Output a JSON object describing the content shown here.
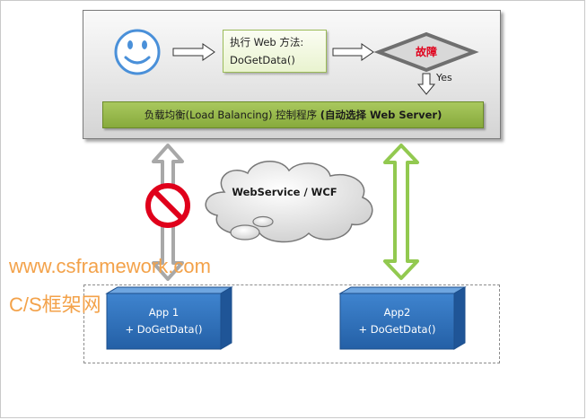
{
  "top_panel": {
    "method_line1": "执行 Web 方法:",
    "method_line2": "DoGetData()",
    "fault_label": "故障",
    "yes_label": "Yes",
    "lb_normal": "负载均衡(Load Balancing) 控制程序",
    "lb_bold": "(自动选择 Web Server)"
  },
  "cloud_label": "WebService / WCF",
  "apps": [
    {
      "name": "App 1",
      "method": "+ DoGetData()"
    },
    {
      "name": "App2",
      "method": "+ DoGetData()"
    }
  ],
  "watermark": {
    "url": "www.csframework.com",
    "brand": "C/S框架网"
  },
  "colors": {
    "smiley": "#4a90d9",
    "fault_red": "#e0001b",
    "green_arrow": "#92c950",
    "app_blue": "#2e6fb7"
  },
  "icons": {
    "user": "smiley-face-icon",
    "blocked": "prohibited-icon"
  }
}
